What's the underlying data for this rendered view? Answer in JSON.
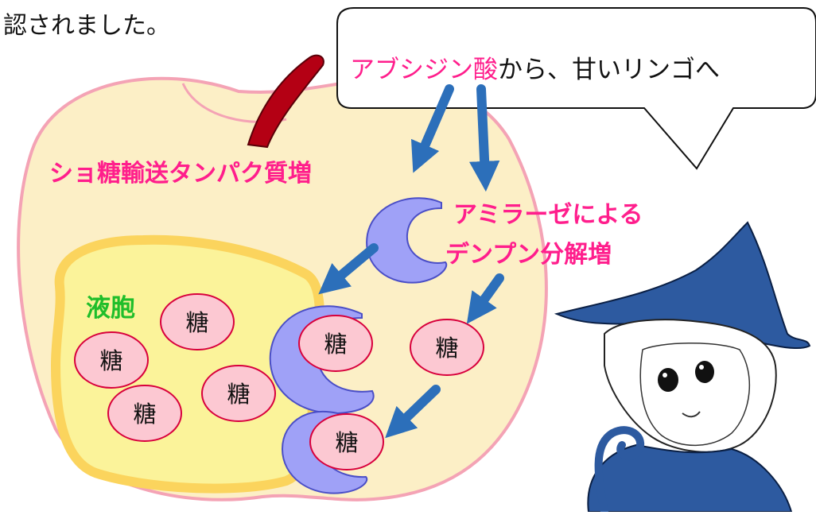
{
  "caption": "認されました。",
  "bubble": {
    "highlight": "アブシジン酸",
    "rest": "から、甘いリンゴへ"
  },
  "labels": {
    "sucrose_transporter": "ショ糖輸送タンパク質増",
    "amylase_line1": "アミラーゼによる",
    "amylase_line2": "デンプン分解増",
    "vacuole": "液胞"
  },
  "sugar_label": "糖",
  "colors": {
    "apple_fill": "#fcefc6",
    "apple_outline": "#f4a3b5",
    "stem": "#b40014",
    "vacuole_fill": "#fbf39a",
    "vacuole_outline": "#fbd45d",
    "enzyme_fill": "#9fa1f7",
    "enzyme_outline": "#4a4ec7",
    "sugar_fill": "#fcc8d2",
    "sugar_outline": "#d8003c",
    "arrow": "#2c6fba",
    "pink_text": "#ff1e8c",
    "green_text": "#1fbe2a",
    "hat": "#2d5aa0"
  }
}
